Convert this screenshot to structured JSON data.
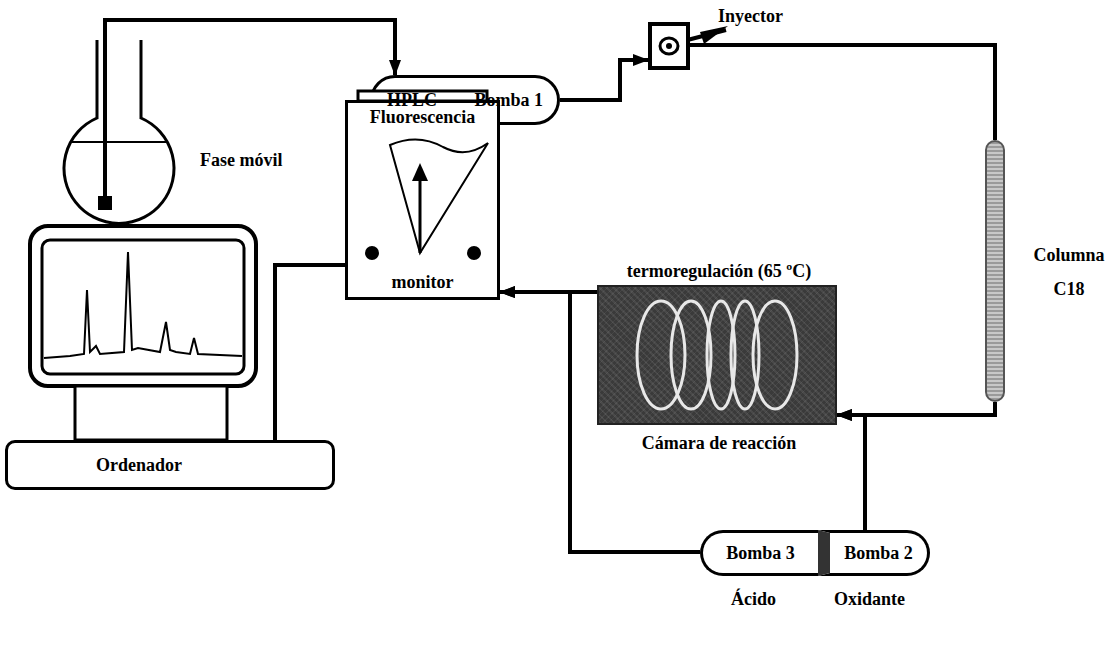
{
  "diagram": {
    "nodes": [
      {
        "text": [
          "Fase móvil"
        ]
      },
      {
        "text": [
          "HPLC",
          "Bomba 1"
        ]
      },
      {
        "text": [
          "Inyector"
        ]
      },
      {
        "text": [
          "Columna C18"
        ]
      },
      {
        "text": [
          "Fluorescencia",
          "monitor"
        ]
      },
      {
        "text": [
          "termoregulación (65 ºC)",
          "Cámara de reacción"
        ]
      },
      {
        "text": [
          "Ordenador"
        ]
      },
      {
        "text": [
          "Bomba 3",
          "Ácido"
        ]
      },
      {
        "text": [
          "Bomba 2",
          "Oxidante"
        ]
      }
    ],
    "edges": [
      {
        "from": 0,
        "to": 1,
        "arrow": "to"
      },
      {
        "from": 1,
        "to": 2,
        "arrow": "to"
      },
      {
        "from": 2,
        "to": 3,
        "arrow": "none"
      },
      {
        "from": 3,
        "to": 5,
        "arrow": "to"
      },
      {
        "from": 8,
        "to": 5,
        "arrow": "to"
      },
      {
        "from": 5,
        "to": 4,
        "arrow": "to"
      },
      {
        "from": 7,
        "to": 4,
        "arrow": "to"
      },
      {
        "from": 4,
        "to": 6,
        "arrow": "none"
      }
    ]
  }
}
